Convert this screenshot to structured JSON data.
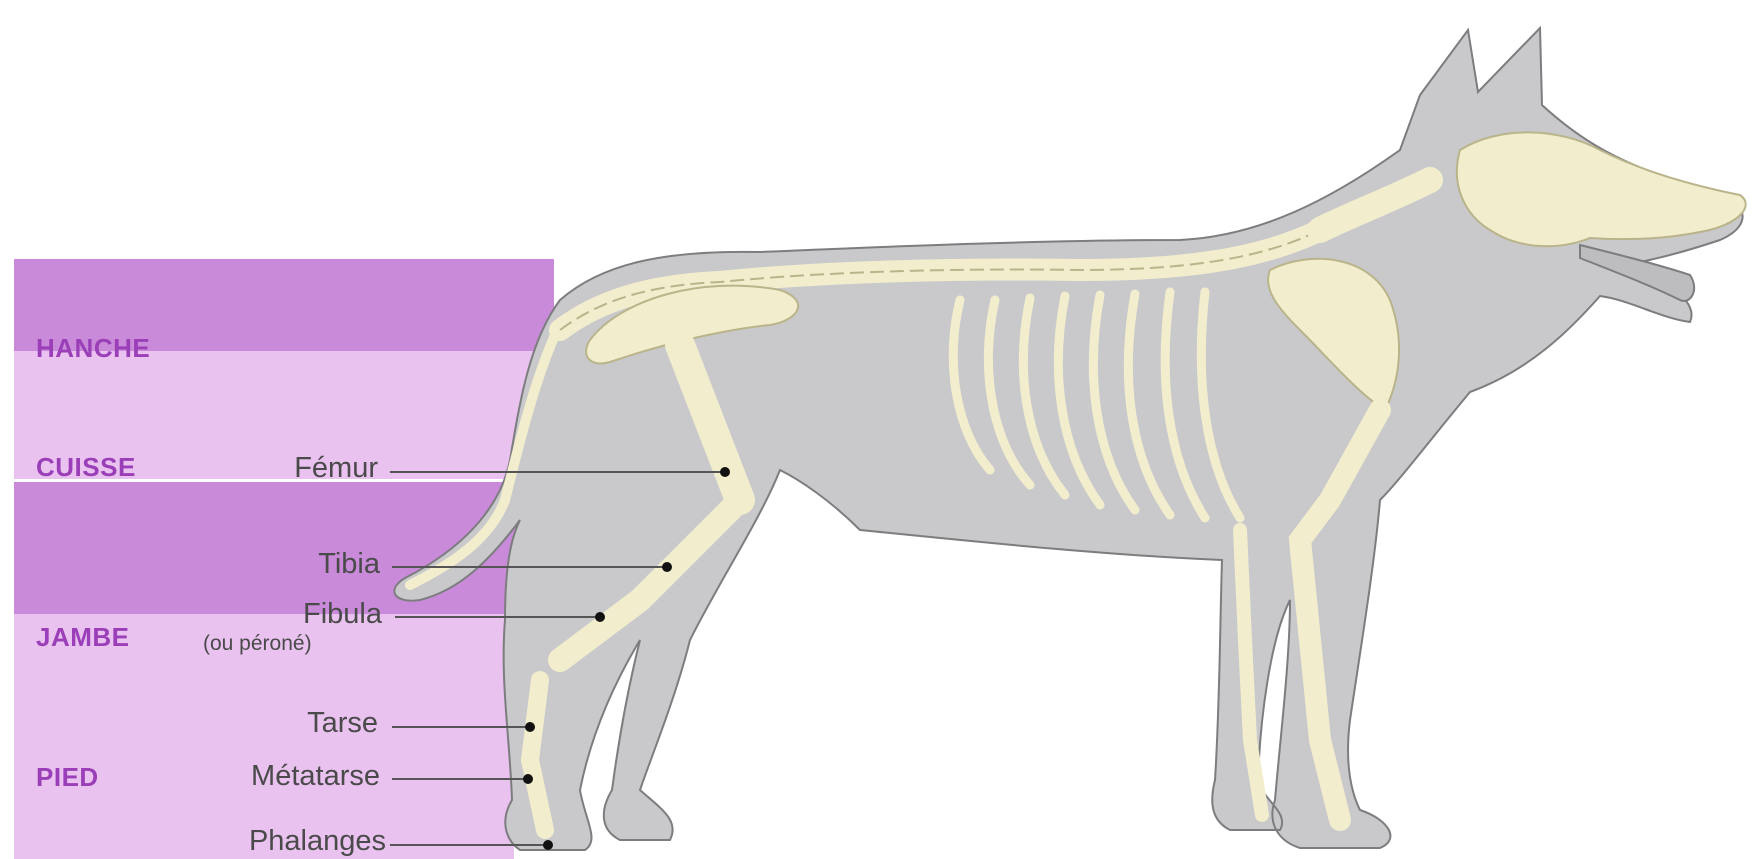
{
  "colors": {
    "band_dark": "#c98ad9",
    "band_light": "#e9c2ef",
    "region_text": "#9b3fb8",
    "dog_body": "#c9c9cc",
    "dog_outline": "#7d7d80",
    "bone": "#f2eecd",
    "bone_outline": "#b9b48a",
    "leader_line": "#555555",
    "label_text": "#4a4a4a"
  },
  "regions": [
    {
      "name": "HANCHE"
    },
    {
      "name": "CUISSE"
    },
    {
      "name": "JAMBE"
    },
    {
      "name": "PIED"
    }
  ],
  "bones": [
    {
      "name": "Fémur"
    },
    {
      "name": "Tibia"
    },
    {
      "name": "Fibula",
      "note": "(ou péroné)"
    },
    {
      "name": "Tarse"
    },
    {
      "name": "Métatarse"
    },
    {
      "name": "Phalanges"
    }
  ]
}
